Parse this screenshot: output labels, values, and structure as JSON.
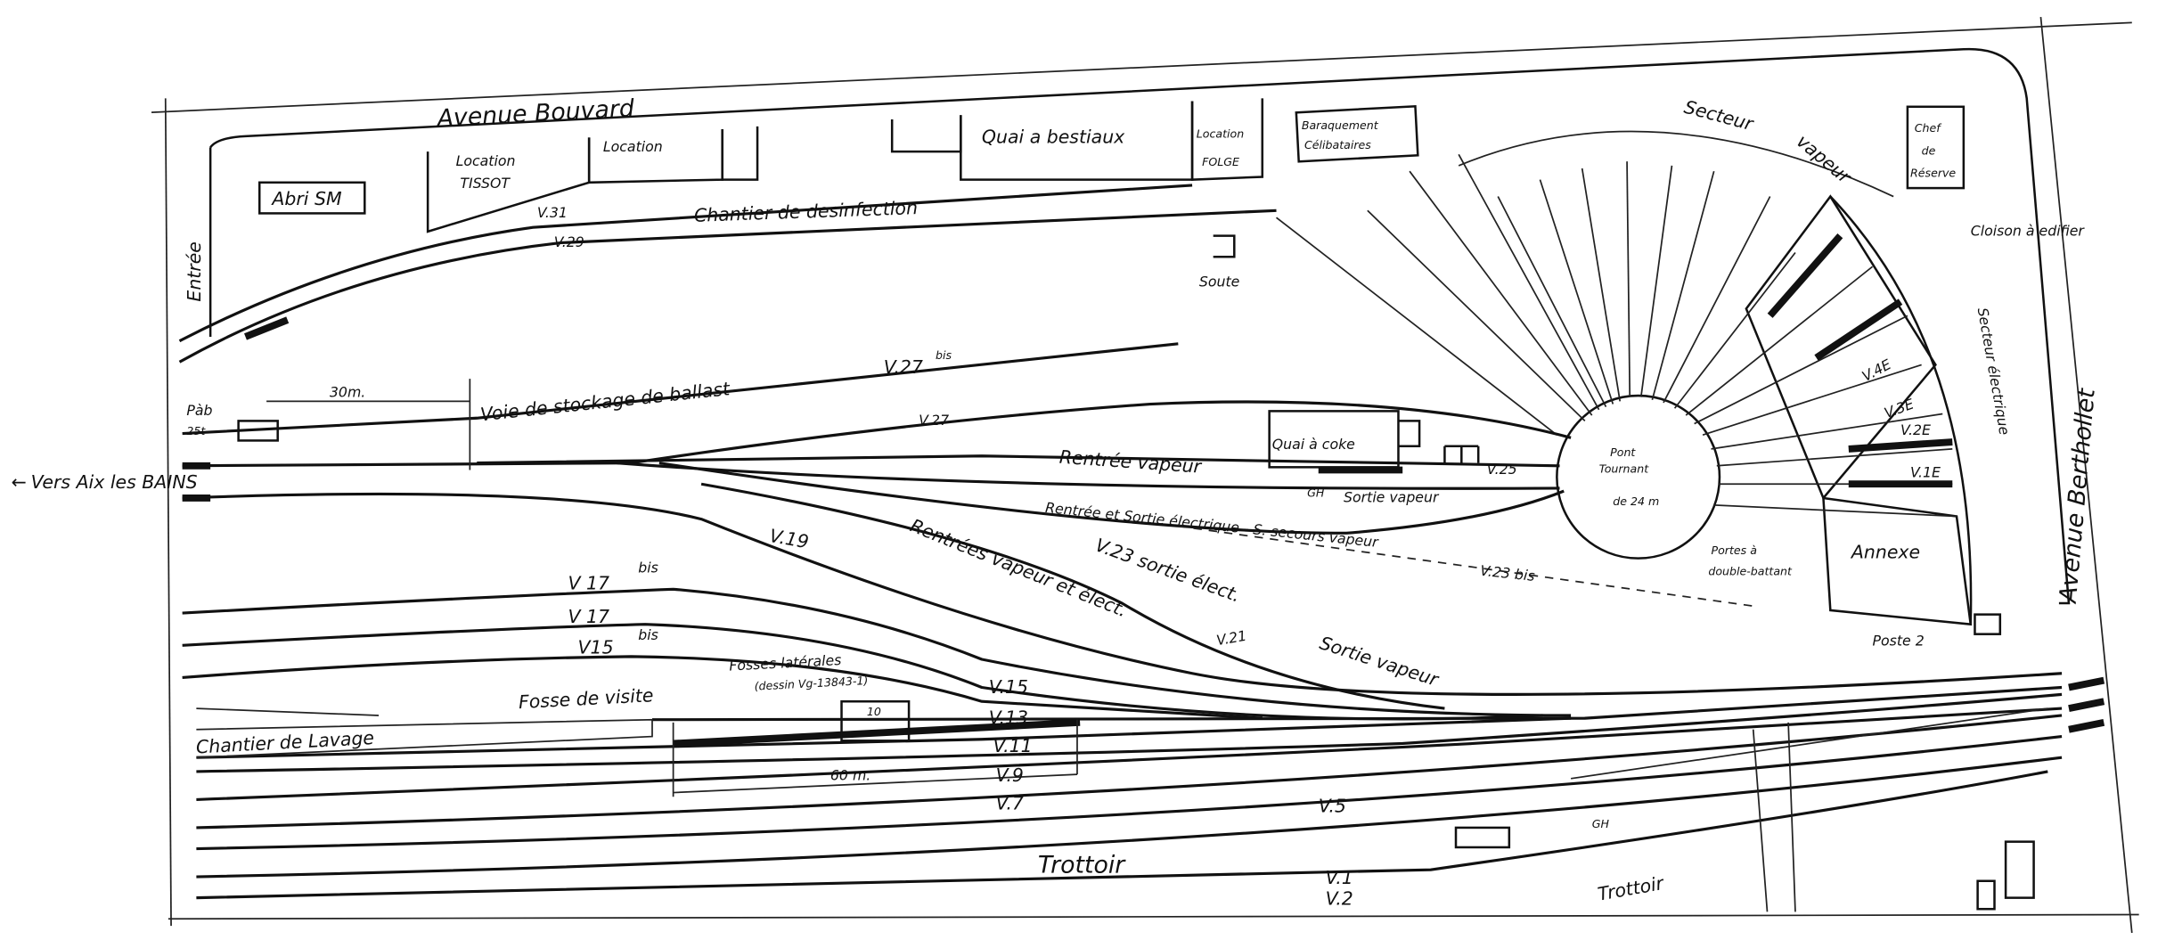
{
  "title": "Plan du dépôt",
  "streets": {
    "north": "Avenue Bouvard",
    "east": "Avenue Berthollet",
    "west_direction": "Vers Aix les BAINS"
  },
  "buildings": {
    "abri": "Abri SM",
    "location_tissot_1": "Location",
    "location_tissot_2": "TISSOT",
    "location": "Location",
    "quai_bestiaux": "Quai a bestiaux",
    "location_folge_1": "Location",
    "location_folge_2": "FOLGE",
    "baraquement_1": "Baraquement",
    "baraquement_2": "Célibataires",
    "chef_1": "Chef",
    "chef_2": "de",
    "chef_3": "Réserve",
    "soute": "Soute",
    "quai_coke": "Quai à coke",
    "annexe": "Annexe",
    "poste": "Poste 2",
    "entree": "Entrée"
  },
  "turntable": {
    "line1": "Pont",
    "line2": "Tournant",
    "line3": "de 24 m"
  },
  "sectors": {
    "vapeur_1": "Secteur",
    "vapeur_2": "vapeur",
    "electrique": "Secteur électrique",
    "cloison": "Cloison à edifier",
    "portes_1": "Portes à",
    "portes_2": "double-battant"
  },
  "tracks": {
    "v31": "V.31",
    "v29": "V.29",
    "v27bis": "V.27",
    "v27bis_sup": "bis",
    "v27": "V.27",
    "v25": "V.25",
    "v4e": "V.4E",
    "v3e": "V.3E",
    "v2e": "V.2E",
    "v1e": "V.1E",
    "v23bis": "V.23 bis",
    "v19": "V.19",
    "v21": "V.21",
    "v17bis": "V 17",
    "v17bis_sup": "bis",
    "v17": "V 17",
    "v15bis": "V15",
    "v15bis_sup": "bis",
    "v15": "V.15",
    "v13": "V.13",
    "v11": "V.11",
    "v9": "V.9",
    "v7": "V.7",
    "v5": "V.5",
    "v1": "V.1",
    "v2": "V.2"
  },
  "annotations": {
    "chantier_desinfection": "Chantier de desinfection",
    "stockage_ballast": "Voie de stockage de ballast",
    "distance_30": "30m.",
    "pab_1": "Pàb",
    "pab_2": "25t",
    "rentree_vapeur": "Rentrée vapeur",
    "gh": "GH",
    "sortie_vapeur": "Sortie vapeur",
    "rentree_sortie_elec": "Rentrée et Sortie électrique - S. secours vapeur",
    "rentrees_vapeur_elec": "Rentrées vapeur et élect.",
    "v23_sortie": "V.23 sortie élect.",
    "sortie_vapeur_2": "Sortie vapeur",
    "fosses_1": "Fosses latérales",
    "fosses_2": "(dessin Vg-13843-1)",
    "fosse_visite": "Fosse de visite",
    "chantier_lavage": "Chantier de Lavage",
    "dim_10": "10",
    "dim_60": "60 m.",
    "gh_2": "GH",
    "trottoir_1": "Trottoir",
    "trottoir_2": "Trottoir"
  }
}
